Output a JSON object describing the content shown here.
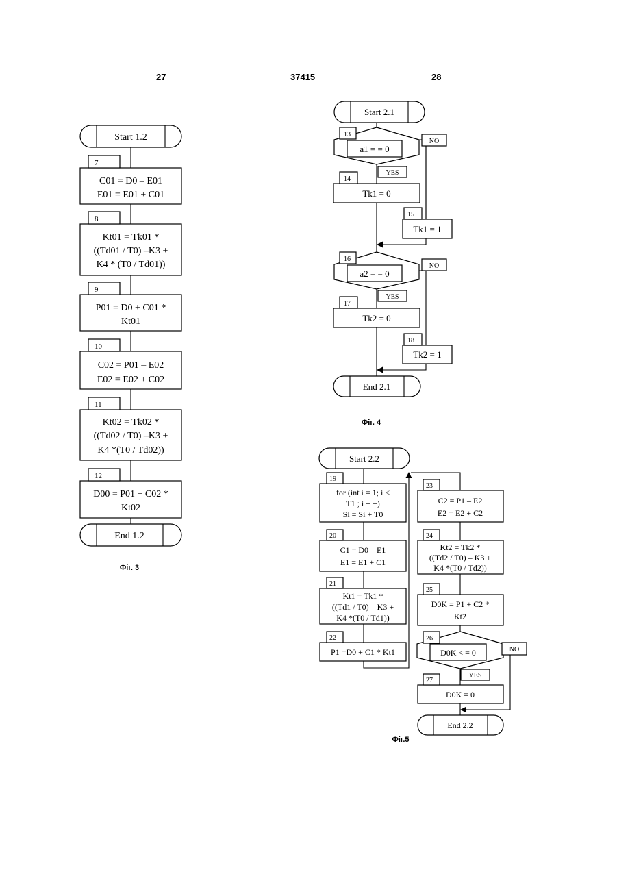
{
  "header": {
    "left_page": "27",
    "patent_number": "37415",
    "right_page": "28"
  },
  "fig3": {
    "caption": "Фіг. 3",
    "start": "Start 1.2",
    "end": "End 1.2",
    "steps": [
      {
        "num": "7",
        "lines": [
          "C01 = D0 – E01",
          "E01 = E01 + C01"
        ]
      },
      {
        "num": "8",
        "lines": [
          "Kt01 = Tk01 *",
          "((Td01 / T0) –K3 +",
          "K4 * (T0 / Td01))"
        ]
      },
      {
        "num": "9",
        "lines": [
          "P01 = D0 + C01 *",
          "Kt01"
        ]
      },
      {
        "num": "10",
        "lines": [
          "C02 = P01 – E02",
          "E02 = E02 + C02"
        ]
      },
      {
        "num": "11",
        "lines": [
          "Kt02 = Tk02 *",
          "((Td02 / T0) –K3 +",
          "K4 *(T0 / Td02))"
        ]
      },
      {
        "num": "12",
        "lines": [
          "D00 = P01 + C02 *",
          "Kt02"
        ]
      }
    ]
  },
  "fig4": {
    "caption": "Фіг. 4",
    "start": "Start 2.1",
    "end": "End 2.1",
    "decisions": [
      {
        "num": "13",
        "cond": "a1 = = 0",
        "yes": "YES",
        "no": "NO"
      },
      {
        "num": "16",
        "cond": "a2 = = 0",
        "yes": "YES",
        "no": "NO"
      }
    ],
    "steps": [
      {
        "num": "14",
        "text": "Tk1 = 0"
      },
      {
        "num": "15",
        "text": "Tk1 =  1"
      },
      {
        "num": "17",
        "text": "Tk2 =  0"
      },
      {
        "num": "18",
        "text": "Tk2 =  1"
      }
    ]
  },
  "fig5": {
    "caption": "Фіг.5",
    "start": "Start 2.2",
    "end": "End 2.2",
    "left_steps": [
      {
        "num": "19",
        "lines": [
          "for (int i = 1; i <",
          "T1 ; i + +)",
          "Si = Si + T0"
        ]
      },
      {
        "num": "20",
        "lines": [
          "C1 = D0 – E1",
          "E1 = E1 + C1"
        ]
      },
      {
        "num": "21",
        "lines": [
          "Kt1 = Tk1 *",
          "((Td1 / T0) – K3 +",
          "K4 *(T0 / Td1))"
        ]
      },
      {
        "num": "22",
        "lines": [
          "P1 =D0 + C1 * Kt1"
        ]
      }
    ],
    "right_steps": [
      {
        "num": "23",
        "lines": [
          "C2 = P1 – E2",
          "E2 = E2 + C2"
        ]
      },
      {
        "num": "24",
        "lines": [
          "Kt2 = Tk2 *",
          "((Td2 / T0) – K3 +",
          "K4 *(T0 / Td2))"
        ]
      },
      {
        "num": "25",
        "lines": [
          "D0K = P1 + C2 *",
          "Kt2"
        ]
      }
    ],
    "decision": {
      "num": "26",
      "cond": "D0K < = 0",
      "yes": "YES",
      "no": "NO"
    },
    "final_step": {
      "num": "27",
      "text": "D0K = 0"
    }
  }
}
